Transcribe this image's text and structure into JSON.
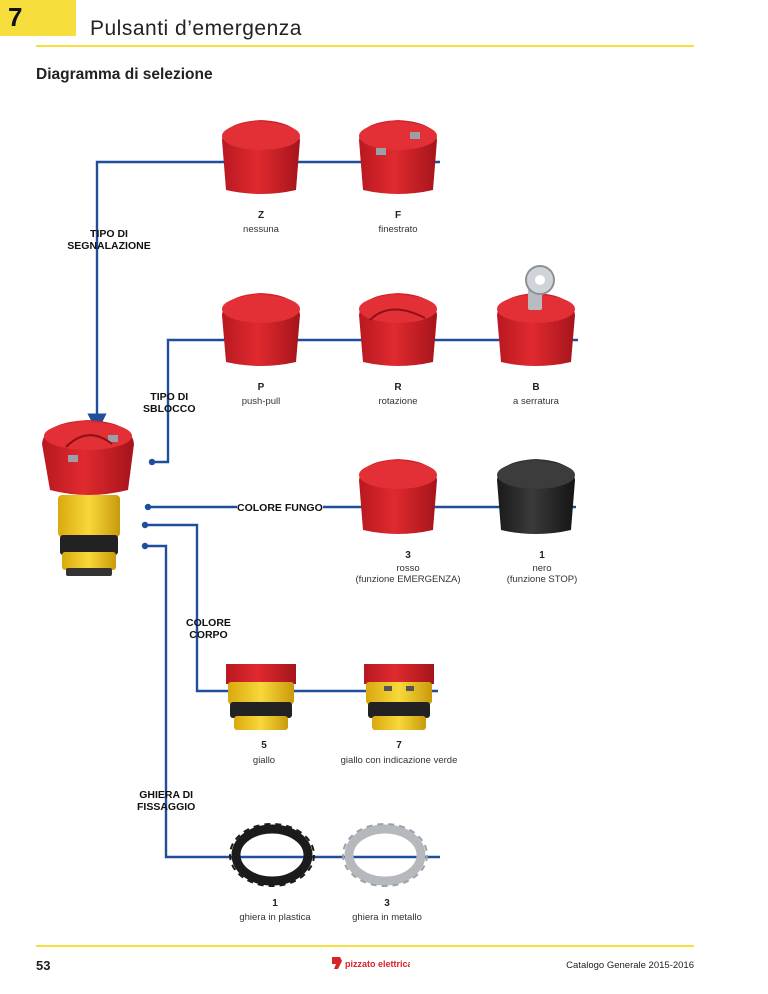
{
  "header": {
    "chapter": "7",
    "title": "Pulsanti d’emergenza"
  },
  "section_title": "Diagramma di selezione",
  "categories": {
    "segnalazione": [
      "TIPO DI",
      "SEGNALAZIONE"
    ],
    "sblocco": [
      "TIPO DI",
      "SBLOCCO"
    ],
    "colore_fungo": "COLORE FUNGO",
    "colore_corpo": [
      "COLORE",
      "CORPO"
    ],
    "ghiera": [
      "GHIERA DI",
      "FISSAGGIO"
    ]
  },
  "options": {
    "segnalazione": [
      {
        "code": "Z",
        "desc": "nessuna"
      },
      {
        "code": "F",
        "desc": "finestrato"
      }
    ],
    "sblocco": [
      {
        "code": "P",
        "desc": "push-pull"
      },
      {
        "code": "R",
        "desc": "rotazione"
      },
      {
        "code": "B",
        "desc": "a serratura"
      }
    ],
    "fungo": [
      {
        "code": "3",
        "desc": [
          "rosso",
          "(funzione EMERGENZA)"
        ]
      },
      {
        "code": "1",
        "desc": [
          "nero",
          "(funzione STOP)"
        ]
      }
    ],
    "corpo": [
      {
        "code": "5",
        "desc": "giallo"
      },
      {
        "code": "7",
        "desc": "giallo con indicazione verde"
      }
    ],
    "ghiera": [
      {
        "code": "1",
        "desc": "ghiera in plastica"
      },
      {
        "code": "3",
        "desc": "ghiera in metallo"
      }
    ]
  },
  "footer": {
    "page": "53",
    "catalog": "Catalogo Generale 2015-2016",
    "brand": "pizzato elettrica"
  },
  "colors": {
    "accent_yellow": "#f6de3c",
    "line_blue": "#1f4e9c",
    "mushroom_red": "#d8232a",
    "mushroom_black": "#2a2a2a",
    "body_yellow": "#f4c81e"
  }
}
